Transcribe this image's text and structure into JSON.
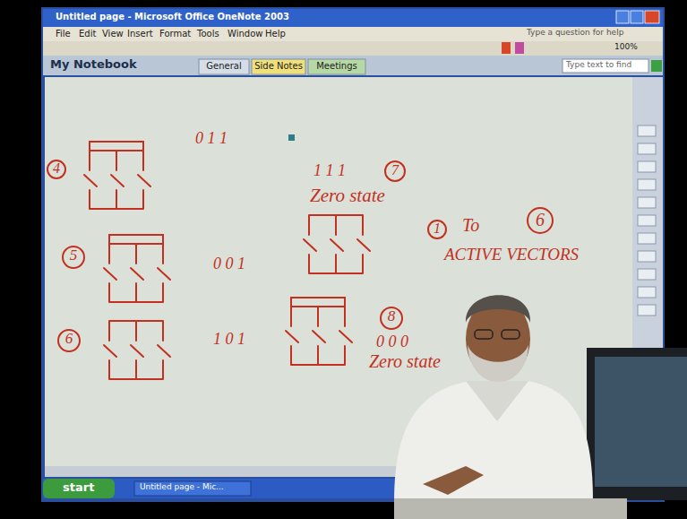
{
  "diagram": {
    "labels": [
      "Untitled page - Microsoft Office OneNote 2003",
      "File",
      "Edit",
      "View",
      "Insert",
      "Format",
      "Tools",
      "Window",
      "Help",
      "Type a question for help",
      "100%",
      "My Notebook",
      "General",
      "Side Notes",
      "Meetings",
      "Type text to find",
      "0 1 1",
      "4",
      "1 1 1",
      "7",
      "Zero state",
      "1",
      "To",
      "6",
      "ACTIVE VECTORS",
      "5",
      "0 0 1",
      "6",
      "1 0 1",
      "8",
      "0 0 0",
      "Zero state",
      "start",
      "Untitled page - Mic..."
    ]
  }
}
